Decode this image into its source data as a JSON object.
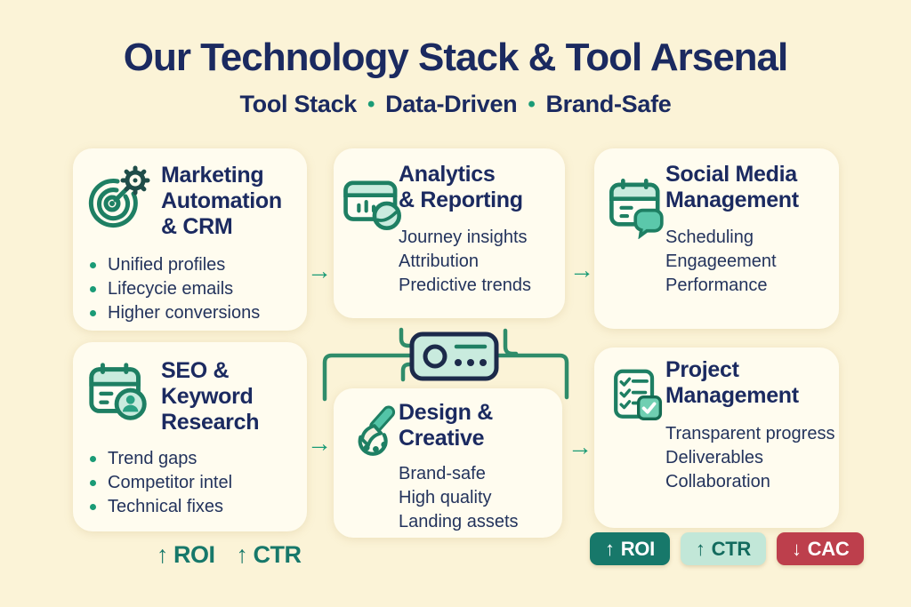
{
  "header": {
    "title": "Our Technology Stack & Tool Arsenal",
    "subtitle_parts": [
      "Tool Stack",
      "Data-Driven",
      "Brand-Safe"
    ],
    "separator": "•"
  },
  "cards": [
    {
      "title": "Marketing\nAutomation\n& CRM",
      "items": [
        "Unified profiles",
        "Lifecycie emails",
        "Higher conversions"
      ],
      "icon": "target-gear-icon",
      "bulleted": true
    },
    {
      "title": "Analytics\n& Reporting",
      "items": [
        "Journey insights",
        "Attribution",
        "Predictive trends"
      ],
      "icon": "analytics-window-icon",
      "bulleted": false
    },
    {
      "title": "Social Media\nManagement",
      "items": [
        "Scheduling",
        "Engageement",
        "Performance"
      ],
      "icon": "calendar-chat-icon",
      "bulleted": false
    },
    {
      "title": "SEO &\nKeyword\nResearch",
      "items": [
        "Trend gaps",
        "Competitor intel",
        "Technical fixes"
      ],
      "icon": "calendar-person-icon",
      "bulleted": true
    },
    {
      "title": "Design &\nCreative",
      "items": [
        "Brand-safe",
        "High quality",
        "Landing assets"
      ],
      "icon": "brush-palette-icon",
      "bulleted": false
    },
    {
      "title": "Project\nManagement",
      "items": [
        "Transparent progress",
        "Deliverables",
        "Collaboration"
      ],
      "icon": "checklist-icon",
      "bulleted": false
    }
  ],
  "ui": {
    "arrow": "→"
  },
  "footer": {
    "left_metrics": [
      {
        "arrow": "↑",
        "label": "ROI"
      },
      {
        "arrow": "↑",
        "label": "CTR"
      }
    ],
    "badges": [
      {
        "arrow": "↑",
        "label": "ROI",
        "variant": "solid-green"
      },
      {
        "arrow": "↑",
        "label": "CTR",
        "variant": "light-mint"
      },
      {
        "arrow": "↓",
        "label": "CAC",
        "variant": "solid-red"
      }
    ]
  },
  "colors": {
    "background": "#FBF3D7",
    "card": "#FFFCEF",
    "navy": "#1B2A60",
    "icon_green": "#1E7F63",
    "arrow_green": "#1A9B76",
    "connector_green": "#2F8C6A",
    "mint_fill": "#C9EBDE",
    "teal_fill": "#5BC8AB",
    "device_border": "#1C2A4A",
    "badge_green_bg": "#17786A",
    "badge_mint_bg": "#C2E7D8",
    "badge_mint_text": "#136B5E",
    "badge_red_bg": "#BD3F4C"
  }
}
